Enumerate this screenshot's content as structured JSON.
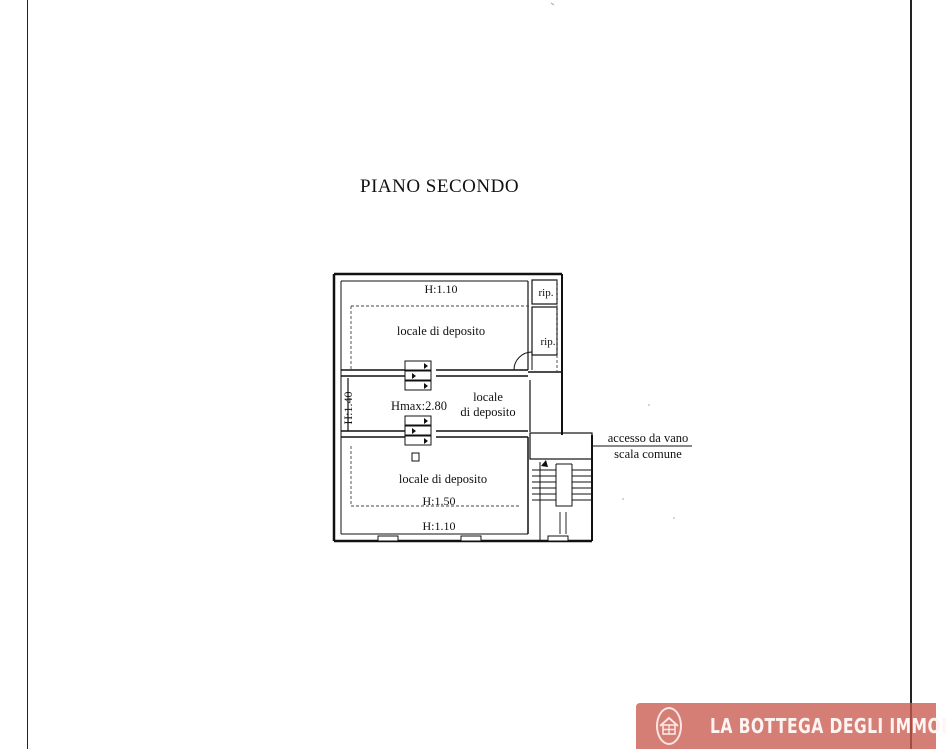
{
  "title": "PIANO SECONDO",
  "plan": {
    "top_height": "H:1.10",
    "rip_top": "rip.",
    "rip_bottom": "rip.",
    "room_top": "locale di deposito",
    "side_height": "H:1.40",
    "middle_height": "Hmax:2.80",
    "middle_room_line1": "locale",
    "middle_room_line2": "di deposito",
    "room_bottom": "locale di deposito",
    "bottom_inner_height": "H:1.50",
    "bottom_height": "H:1.10",
    "access_line1": "accesso da vano",
    "access_line2": "scala comune"
  },
  "watermark": {
    "text": "LA BOTTEGA DEGLI IMMOBILI",
    "icon": "house-icon",
    "color": "#c85a50"
  }
}
